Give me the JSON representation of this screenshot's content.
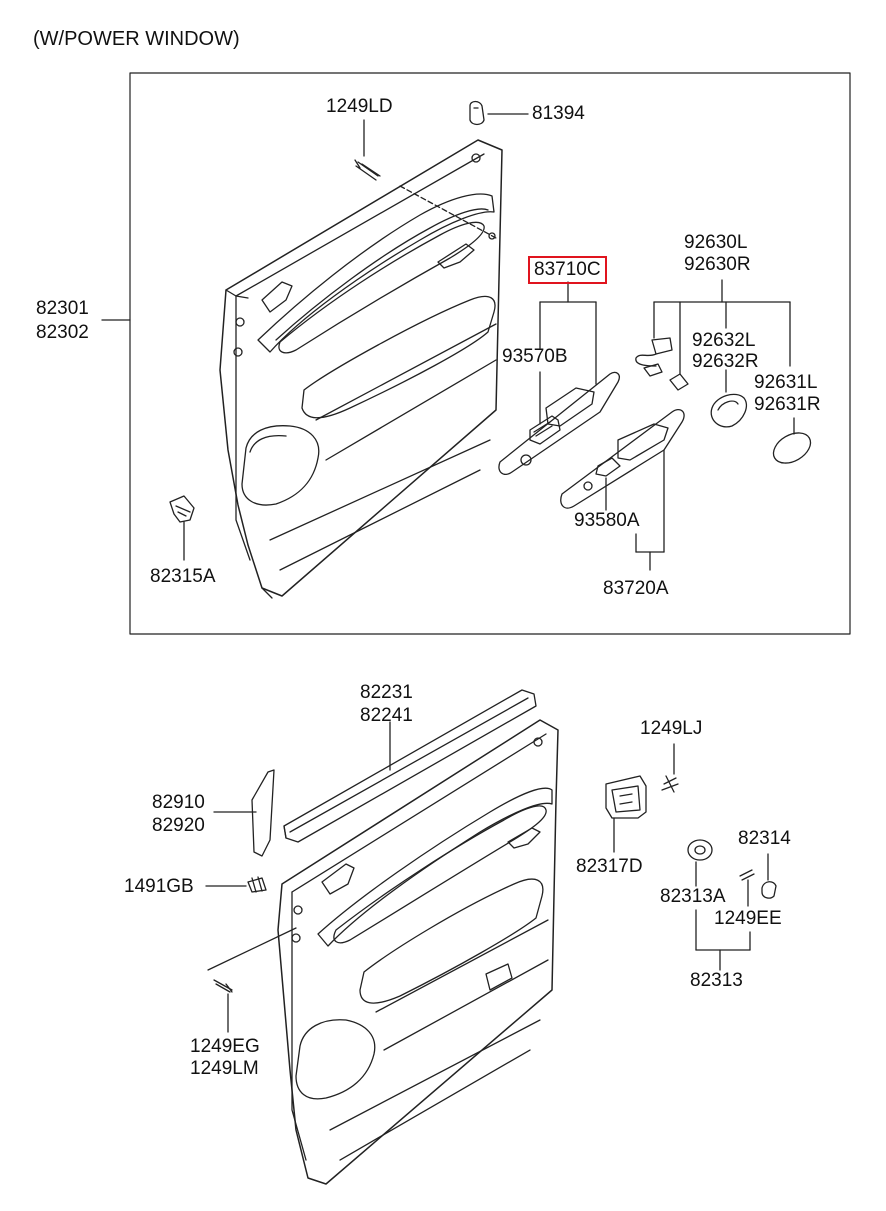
{
  "title": "(W/POWER WINDOW)",
  "labels": {
    "l1249LD": "1249LD",
    "l81394": "81394",
    "l82301": "82301",
    "l82302": "82302",
    "l83710C": "83710C",
    "l92630L": "92630L",
    "l92630R": "92630R",
    "l93570B": "93570B",
    "l92632L": "92632L",
    "l92632R": "92632R",
    "l92631L": "92631L",
    "l92631R": "92631R",
    "l82315A": "82315A",
    "l93580A": "93580A",
    "l83720A": "83720A",
    "l82231": "82231",
    "l82241": "82241",
    "l1249LJ": "1249LJ",
    "l82910": "82910",
    "l82920": "82920",
    "l82314": "82314",
    "l82317D": "82317D",
    "l1491GB": "1491GB",
    "l82313A": "82313A",
    "l1249EE": "1249EE",
    "l82313": "82313",
    "l1249EG": "1249EG",
    "l1249LM": "1249LM"
  },
  "colors": {
    "line": "#222222",
    "highlight": "#e0141e"
  }
}
